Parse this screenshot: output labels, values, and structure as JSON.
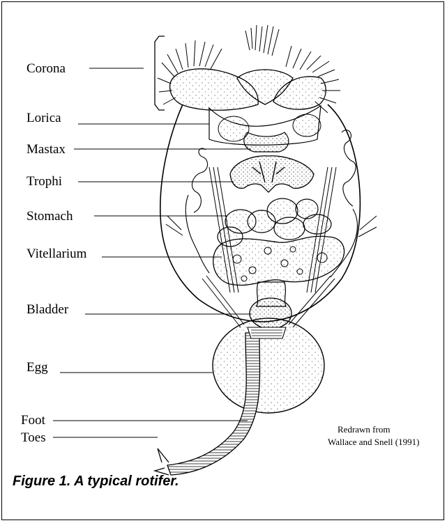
{
  "labels": {
    "corona": "Corona",
    "lorica": "Lorica",
    "mastax": "Mastax",
    "trophi": "Trophi",
    "stomach": "Stomach",
    "vitellarium": "Vitellarium",
    "bladder": "Bladder",
    "egg": "Egg",
    "foot": "Foot",
    "toes": "Toes"
  },
  "credit": {
    "line1": "Redrawn from",
    "line2": "Wallace and Snell (1991)"
  },
  "caption": "Figure 1. A typical rotifer."
}
